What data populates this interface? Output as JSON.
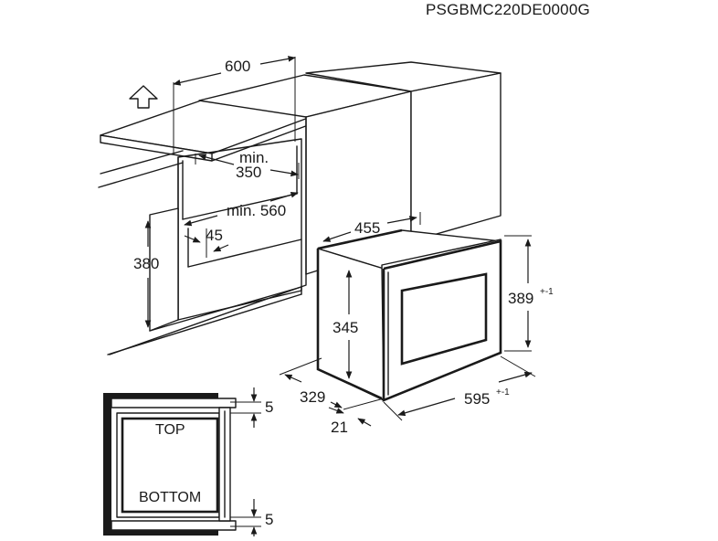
{
  "model_code": "PSGBMC220DE0000G",
  "cabinet": {
    "width": "600",
    "min_depth_label": "min.",
    "min_depth_value": "350",
    "min_width": "min. 560",
    "offset": "45",
    "height": "380"
  },
  "appliance": {
    "depth_top": "455",
    "height_outer": "389",
    "height_outer_tolerance": "+-1",
    "height_inner": "345",
    "depth": "329",
    "width": "595",
    "width_tolerance": "+-1",
    "front_thickness": "21"
  },
  "section": {
    "top_label": "TOP",
    "bottom_label": "BOTTOM",
    "gap_top": "5",
    "gap_bottom": "5"
  },
  "icons": {
    "vent_arrow": "up-arrow-icon"
  }
}
